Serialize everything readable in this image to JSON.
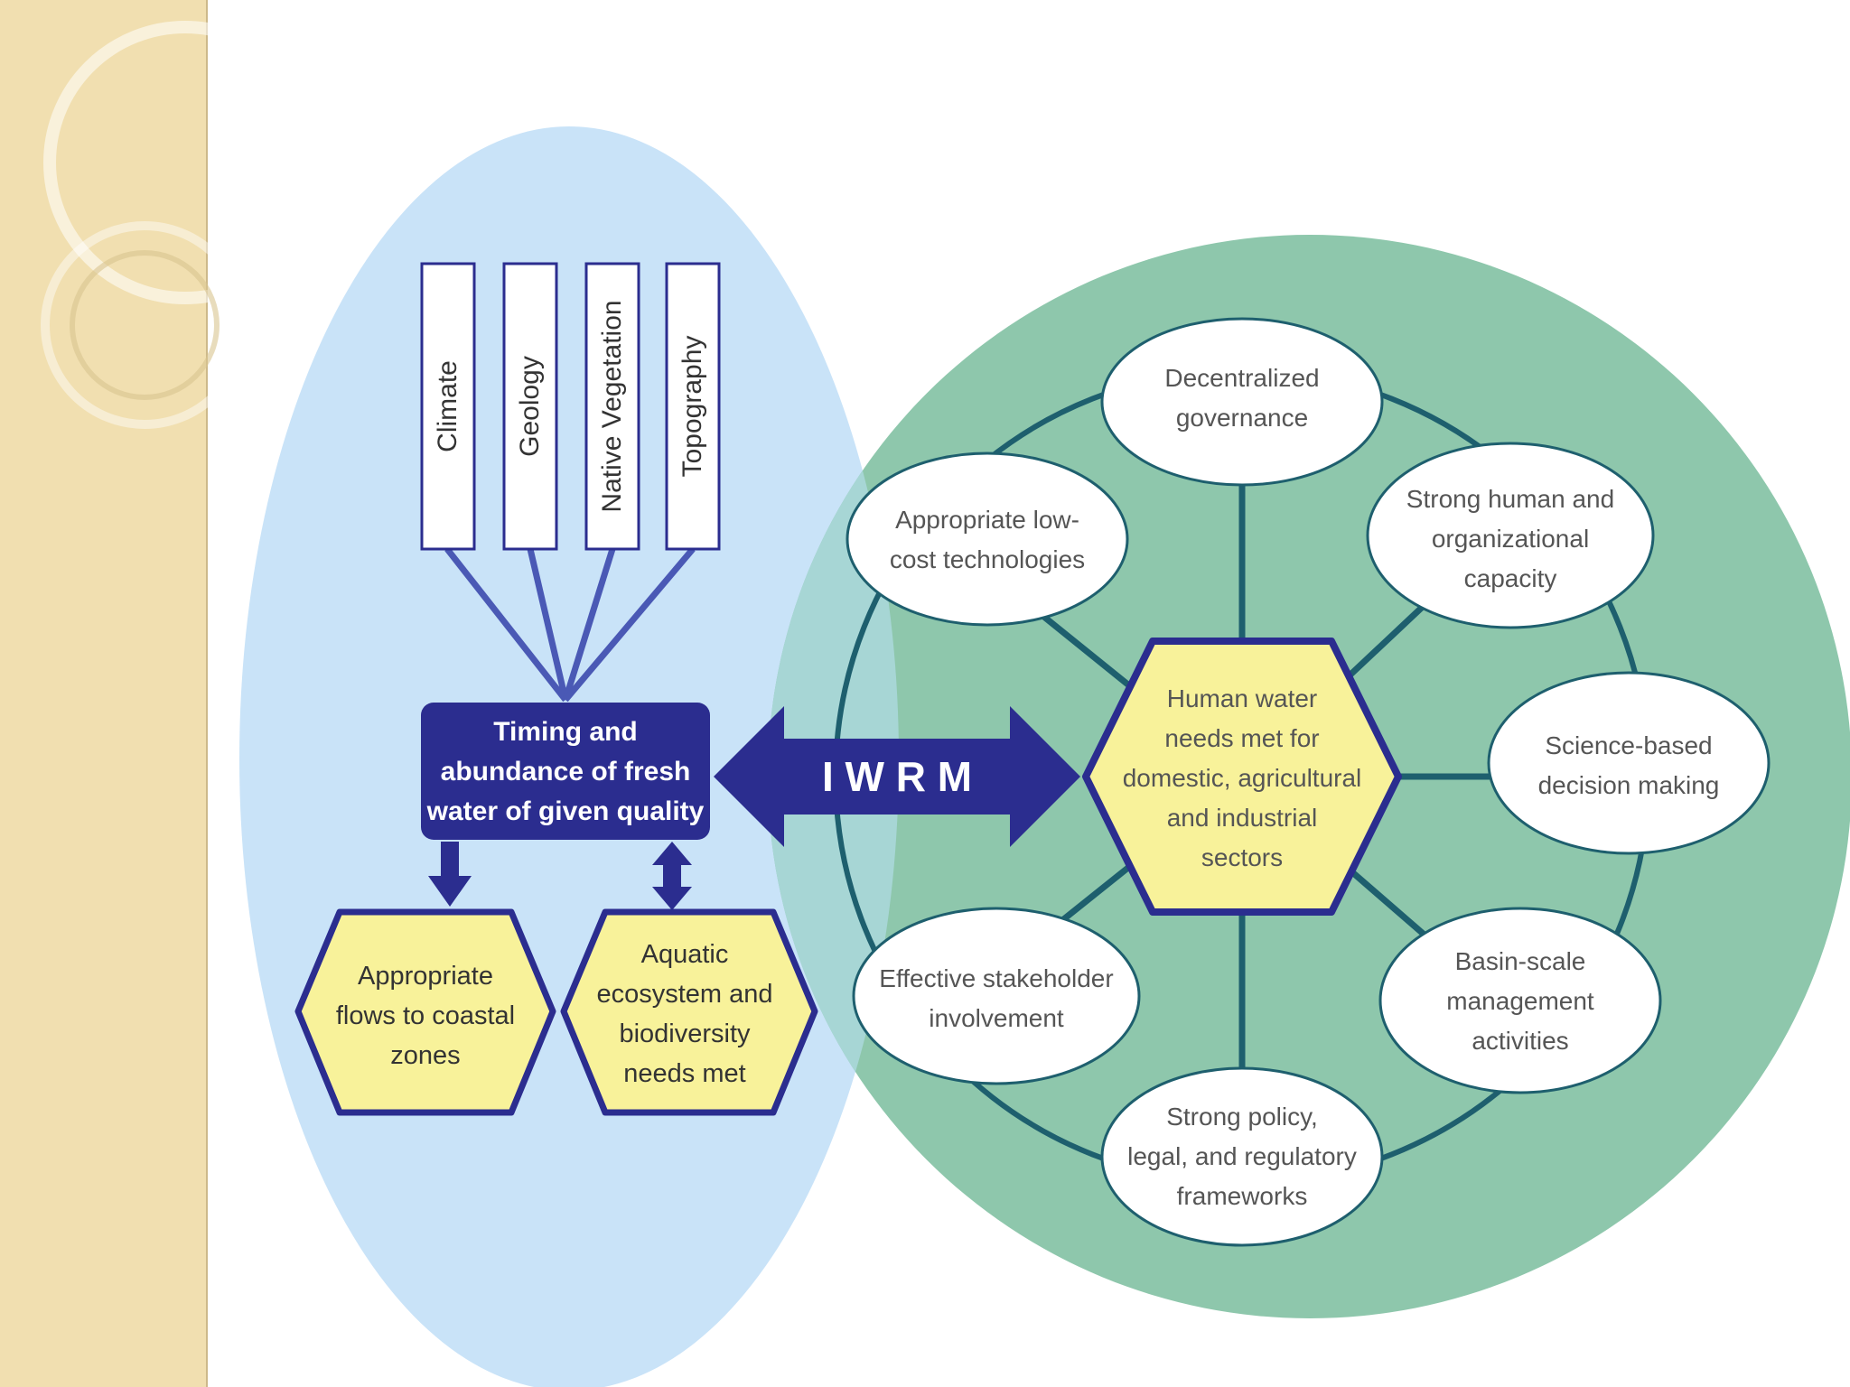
{
  "factors": [
    "Climate",
    "Geology",
    "Native Vegetation",
    "Topography"
  ],
  "timing_box": [
    "Timing and",
    "abundance of fresh",
    "water of given quality"
  ],
  "iwrm_label": "I W R M",
  "center_hexagon": [
    "Human water",
    "needs met for",
    "domestic, agricultural",
    "and industrial",
    "sectors"
  ],
  "outcome_hexagons": [
    [
      "Appropriate",
      "flows to coastal",
      "zones"
    ],
    [
      "Aquatic",
      "ecosystem and",
      "biodiversity",
      "needs met"
    ]
  ],
  "governance_ovals": [
    [
      "Decentralized",
      "governance"
    ],
    [
      "Strong human and",
      "organizational",
      "capacity"
    ],
    [
      "Science-based",
      "decision making"
    ],
    [
      "Basin-scale",
      "management",
      "activities"
    ],
    [
      "Strong policy,",
      "legal, and regulatory",
      "frameworks"
    ],
    [
      "Effective stakeholder",
      "involvement"
    ],
    [
      "Appropriate low-",
      "cost technologies"
    ]
  ],
  "colors": {
    "sidebar": "#f1dfb0",
    "left_ellipse": "#c9e3f8",
    "green_circle": "#8ec7ac",
    "overlap": "#a7d6d5",
    "navy": "#2b2d8f",
    "hex_fill": "#f8f29a",
    "connector": "#1e5f6e",
    "factor_line": "#4a59b5"
  }
}
